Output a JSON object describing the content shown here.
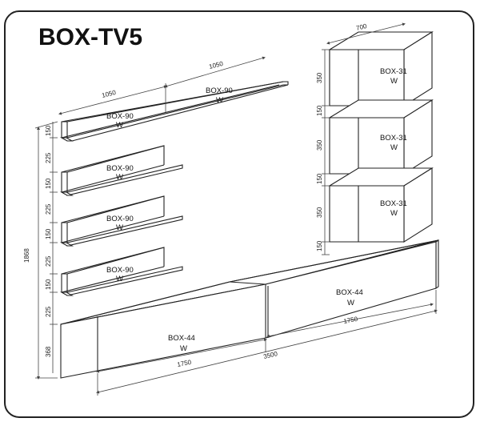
{
  "title": "BOX-TV5",
  "modules": {
    "shelf_label": "BOX-90",
    "cabinet31_label": "BOX-31",
    "cabinet44_label": "BOX-44",
    "w_label": "W"
  },
  "dimensions": {
    "top_left_width": "1050",
    "top_right_width": "1050",
    "cab31_width": "700",
    "cab31_height": "350",
    "cab31_gap": "150",
    "left_total": "1868",
    "left_150": "150",
    "left_225": "225",
    "left_368": "368",
    "bottom_left": "1750",
    "bottom_right": "1750",
    "bottom_total": "3500"
  }
}
